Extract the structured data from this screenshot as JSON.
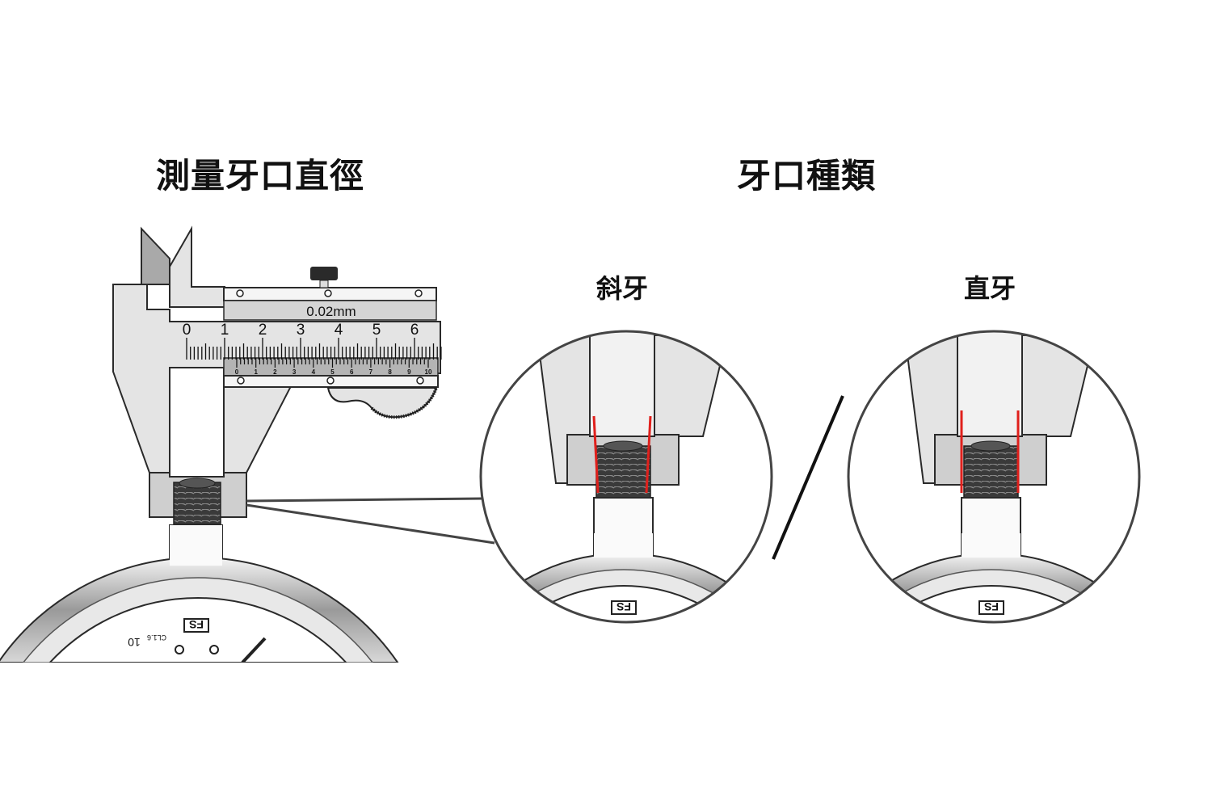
{
  "titles": {
    "left": "測量牙口直徑",
    "right": "牙口種類"
  },
  "thread_types": {
    "tapered": "斜牙",
    "straight": "直牙"
  },
  "caliper": {
    "resolution_label": "0.02mm",
    "main_scale_labels": [
      "0",
      "1",
      "2",
      "3",
      "4",
      "5",
      "6"
    ],
    "vernier_labels": [
      "0",
      "1",
      "2",
      "3",
      "4",
      "5",
      "6",
      "7",
      "8",
      "9",
      "10"
    ]
  },
  "gauge": {
    "brand_logo": "FS",
    "accuracy_class": "CL1.6",
    "dial_number": "10"
  },
  "colors": {
    "highlight": "#e0201c",
    "metal": "#e2e2e2",
    "outline": "#2a2a2a"
  }
}
